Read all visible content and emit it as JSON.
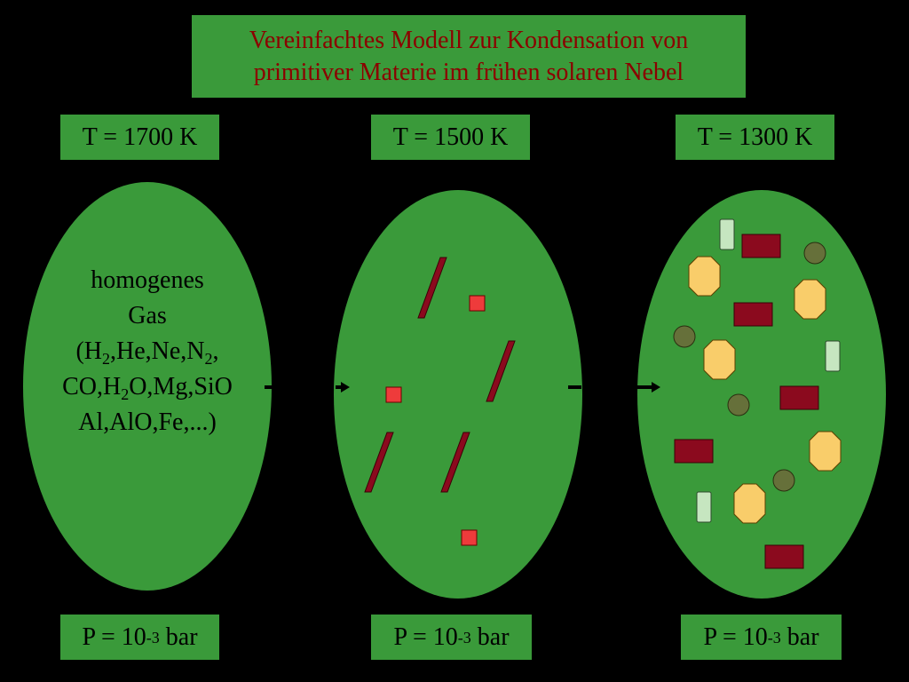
{
  "title": {
    "line1": "Vereinfachtes Modell zur Kondensation von",
    "line2": "primitiver Materie im frühen solaren Nebel"
  },
  "stages": [
    {
      "temperature": "T = 1700 K",
      "pressure": {
        "prefix": "P = 10",
        "exponent": "-3",
        "unit": " bar"
      }
    },
    {
      "temperature": "T = 1500 K",
      "pressure": {
        "prefix": "P = 10",
        "exponent": "-3",
        "unit": " bar"
      }
    },
    {
      "temperature": "T = 1300 K",
      "pressure": {
        "prefix": "P = 10",
        "exponent": "-3",
        "unit": " bar"
      }
    }
  ],
  "gas_label": {
    "line1": "homogenes",
    "line2": "Gas",
    "l3a": "(H",
    "l3b": "2",
    "l3c": ",He,Ne,N",
    "l3d": "2",
    "l3e": ",",
    "l4a": "CO,H",
    "l4b": "2",
    "l4c": "O,Mg,SiO",
    "line5": "Al,AlO,Fe,...)"
  },
  "colors": {
    "background": "#000000",
    "box_green": "#3a9a3a",
    "ellipse_green": "#3a9a3a",
    "title_text": "#8b0000",
    "crimson": "#8b0a1e",
    "red_square": "#ee3b3b",
    "octagon": "#f9cd6a",
    "olive_circle": "#66703a",
    "pale_green": "#c6e6c0"
  }
}
